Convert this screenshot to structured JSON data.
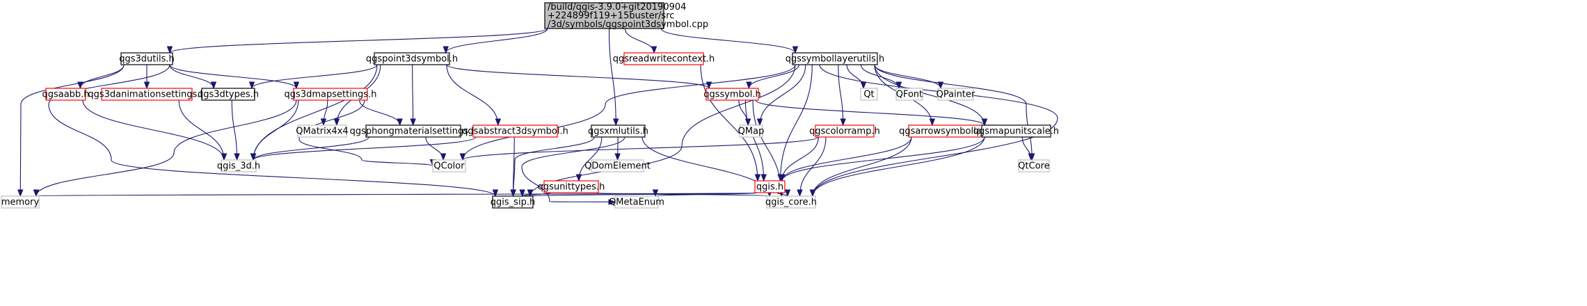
{
  "diagram": {
    "colors": {
      "root_fill": "#bfbfbf",
      "border_black": "#000000",
      "border_red": "#ff0000",
      "border_gray": "#bfbfbf",
      "text": "#000000",
      "edge": "#191970",
      "background": "#ffffff"
    },
    "nodes": [
      {
        "id": "root",
        "lines": [
          "/build/qgis-3.9.0+git20190904",
          "+224899f119+15buster/src",
          "/3d/symbols/qgspoint3dsymbol.cpp"
        ],
        "style": "root"
      },
      {
        "id": "qgs3dutils",
        "lines": [
          "qgs3dutils.h"
        ],
        "style": "black"
      },
      {
        "id": "qgspoint3dsymbol",
        "lines": [
          "qgspoint3dsymbol.h"
        ],
        "style": "black"
      },
      {
        "id": "qgsreadwritecontext",
        "lines": [
          "qgsreadwritecontext.h"
        ],
        "style": "red"
      },
      {
        "id": "qgssymbollayerutils",
        "lines": [
          "qgssymbollayerutils.h"
        ],
        "style": "black"
      },
      {
        "id": "qgsaabb",
        "lines": [
          "qgsaabb.h"
        ],
        "style": "red"
      },
      {
        "id": "qgs3danimationsettings",
        "lines": [
          "qgs3danimationsettings.h"
        ],
        "style": "red"
      },
      {
        "id": "qgs3dtypes",
        "lines": [
          "qgs3dtypes.h"
        ],
        "style": "black"
      },
      {
        "id": "qgs3dmapsettings",
        "lines": [
          "qgs3dmapsettings.h"
        ],
        "style": "red"
      },
      {
        "id": "qgssymbol",
        "lines": [
          "qgssymbol.h"
        ],
        "style": "red"
      },
      {
        "id": "Qt",
        "lines": [
          "Qt"
        ],
        "style": "gray"
      },
      {
        "id": "QFont",
        "lines": [
          "QFont"
        ],
        "style": "gray"
      },
      {
        "id": "QPainter",
        "lines": [
          "QPainter"
        ],
        "style": "gray"
      },
      {
        "id": "QMatrix4x4",
        "lines": [
          "QMatrix4x4"
        ],
        "style": "gray"
      },
      {
        "id": "qgsphongmaterialsettings",
        "lines": [
          "qgsphongmaterialsettings.h"
        ],
        "style": "black"
      },
      {
        "id": "qgsabstract3dsymbol",
        "lines": [
          "qgsabstract3dsymbol.h"
        ],
        "style": "red"
      },
      {
        "id": "qgsxmlutils",
        "lines": [
          "qgsxmlutils.h"
        ],
        "style": "black"
      },
      {
        "id": "QMap",
        "lines": [
          "QMap"
        ],
        "style": "gray"
      },
      {
        "id": "qgscolorramp",
        "lines": [
          "qgscolorramp.h"
        ],
        "style": "red"
      },
      {
        "id": "qgsarrowsymbollayer",
        "lines": [
          "qgsarrowsymbollayer.h"
        ],
        "style": "red"
      },
      {
        "id": "qgsmapunitscale",
        "lines": [
          "qgsmapunitscale.h"
        ],
        "style": "black"
      },
      {
        "id": "qgis_3d",
        "lines": [
          "qgis_3d.h"
        ],
        "style": "gray"
      },
      {
        "id": "QColor",
        "lines": [
          "QColor"
        ],
        "style": "gray"
      },
      {
        "id": "qgsunittypes",
        "lines": [
          "qgsunittypes.h"
        ],
        "style": "red"
      },
      {
        "id": "QDomElement",
        "lines": [
          "QDomElement"
        ],
        "style": "gray"
      },
      {
        "id": "qgis",
        "lines": [
          "qgis.h"
        ],
        "style": "red"
      },
      {
        "id": "QtCore",
        "lines": [
          "QtCore"
        ],
        "style": "gray"
      },
      {
        "id": "memory",
        "lines": [
          "memory"
        ],
        "style": "gray"
      },
      {
        "id": "qgis_sip",
        "lines": [
          "qgis_sip.h"
        ],
        "style": "black"
      },
      {
        "id": "QMetaEnum",
        "lines": [
          "QMetaEnum"
        ],
        "style": "gray"
      },
      {
        "id": "qgis_core",
        "lines": [
          "qgis_core.h"
        ],
        "style": "gray"
      }
    ],
    "edges": [
      [
        "root",
        "qgs3dutils"
      ],
      [
        "root",
        "qgspoint3dsymbol"
      ],
      [
        "root",
        "qgsreadwritecontext"
      ],
      [
        "root",
        "qgssymbollayerutils"
      ],
      [
        "root",
        "qgsxmlutils"
      ],
      [
        "qgs3dutils",
        "memory"
      ],
      [
        "qgs3dutils",
        "qgsaabb"
      ],
      [
        "qgs3dutils",
        "qgs3danimationsettings"
      ],
      [
        "qgs3dutils",
        "qgs3dtypes"
      ],
      [
        "qgs3dutils",
        "qgs3dmapsettings"
      ],
      [
        "qgs3dutils",
        "qgis_sip"
      ],
      [
        "qgspoint3dsymbol",
        "qgs3dtypes"
      ],
      [
        "qgspoint3dsymbol",
        "qgis_3d"
      ],
      [
        "qgspoint3dsymbol",
        "QMatrix4x4"
      ],
      [
        "qgspoint3dsymbol",
        "qgsphongmaterialsettings"
      ],
      [
        "qgspoint3dsymbol",
        "qgsabstract3dsymbol"
      ],
      [
        "qgspoint3dsymbol",
        "qgssymbol"
      ],
      [
        "qgsreadwritecontext",
        "qgis"
      ],
      [
        "qgssymbollayerutils",
        "qgssymbol"
      ],
      [
        "qgssymbollayerutils",
        "Qt"
      ],
      [
        "qgssymbollayerutils",
        "QFont"
      ],
      [
        "qgssymbollayerutils",
        "QPainter"
      ],
      [
        "qgssymbollayerutils",
        "QMap"
      ],
      [
        "qgssymbollayerutils",
        "qgscolorramp"
      ],
      [
        "qgssymbollayerutils",
        "qgsarrowsymbollayer"
      ],
      [
        "qgssymbollayerutils",
        "qgsmapunitscale"
      ],
      [
        "qgssymbollayerutils",
        "QtCore"
      ],
      [
        "qgssymbollayerutils",
        "qgis_core"
      ],
      [
        "qgssymbollayerutils",
        "qgis"
      ],
      [
        "qgssymbollayerutils",
        "QColor"
      ],
      [
        "qgssymbollayerutils",
        "qgis_sip"
      ],
      [
        "qgsaabb",
        "qgis_3d"
      ],
      [
        "qgs3danimationsettings",
        "qgis_3d"
      ],
      [
        "qgs3dtypes",
        "qgis_3d"
      ],
      [
        "qgs3dmapsettings",
        "qgis_3d"
      ],
      [
        "qgs3dmapsettings",
        "QMatrix4x4"
      ],
      [
        "qgs3dmapsettings",
        "qgsphongmaterialsettings"
      ],
      [
        "qgs3dmapsettings",
        "memory"
      ],
      [
        "qgs3dmapsettings",
        "QColor"
      ],
      [
        "qgssymbol",
        "QMap"
      ],
      [
        "qgssymbol",
        "qgis"
      ],
      [
        "qgssymbol",
        "qgsmapunitscale"
      ],
      [
        "qgssymbol",
        "qgis_core"
      ],
      [
        "qgsphongmaterialsettings",
        "qgis_3d"
      ],
      [
        "qgsphongmaterialsettings",
        "QColor"
      ],
      [
        "qgsabstract3dsymbol",
        "qgis_3d"
      ],
      [
        "qgsabstract3dsymbol",
        "qgis_sip"
      ],
      [
        "qgsxmlutils",
        "QDomElement"
      ],
      [
        "qgsxmlutils",
        "qgsunittypes"
      ],
      [
        "qgsxmlutils",
        "qgis_core"
      ],
      [
        "qgsxmlutils",
        "qgis_sip"
      ],
      [
        "qgsxmlutils",
        "QMetaEnum"
      ],
      [
        "qgscolorramp",
        "QColor"
      ],
      [
        "qgscolorramp",
        "qgis"
      ],
      [
        "qgscolorramp",
        "qgis_core"
      ],
      [
        "qgsarrowsymbollayer",
        "qgis"
      ],
      [
        "qgsarrowsymbollayer",
        "qgis_core"
      ],
      [
        "qgsmapunitscale",
        "qgis"
      ],
      [
        "qgsmapunitscale",
        "QtCore"
      ],
      [
        "qgsmapunitscale",
        "qgis_core"
      ],
      [
        "qgsunittypes",
        "qgis_sip"
      ],
      [
        "qgsunittypes",
        "qgis_core"
      ],
      [
        "qgis",
        "memory"
      ],
      [
        "qgis",
        "qgis_sip"
      ],
      [
        "qgis",
        "QMetaEnum"
      ],
      [
        "qgis",
        "qgis_core"
      ]
    ]
  }
}
